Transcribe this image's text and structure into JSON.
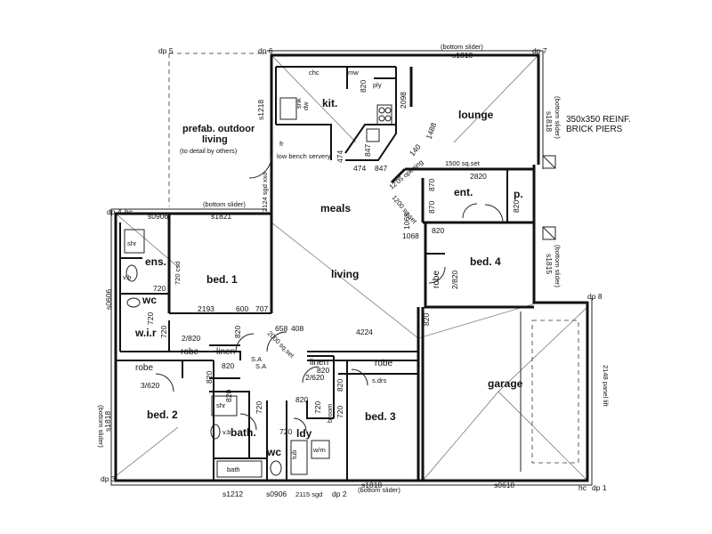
{
  "rooms": {
    "kit": "kit.",
    "lounge": "lounge",
    "meals": "meals",
    "living": "living",
    "ent": "ent.",
    "p": "p.",
    "bed1": "bed. 1",
    "bed2": "bed. 2",
    "bed3": "bed. 3",
    "bed4": "bed. 4",
    "ens": "ens.",
    "wc": "wc",
    "wc2": "wc",
    "wir": "w.i.r",
    "bath": "bath.",
    "ldy": "ldy",
    "garage": "garage",
    "robe1": "robe",
    "robe2": "robe",
    "robe3": "robe",
    "robe4": "robe",
    "linen1": "linen",
    "linen2": "linen",
    "broom": "broom"
  },
  "outdoor": {
    "line1": "prefab. outdoor",
    "line2": "living",
    "line3": "(to detail by others)"
  },
  "notes": {
    "pier1": "350x350 REINF.",
    "pier2": "BRICK PIERS",
    "low_bench": "low bench servery",
    "bottom_slider_top": "(bottom slider)",
    "bottom_slider_bed1": "(bottom slider)",
    "bottom_slider_bot": "(bottom slider)",
    "bottom_slider_lounge": "(bottom slider)",
    "bottom_slider_bed4": "(bottom slider)",
    "bottom_slider_bed2": "(bottom slider)",
    "panel_lift": "2148 panel lift",
    "sa1": "S.A",
    "sa2": "S.A",
    "sdrs": "s.drs",
    "sqset1": "1500 sq.set",
    "sqset2": "2000 sq.set",
    "sqset3": "1200 sq.set",
    "sqset4": "12'05 opening",
    "sgd_left": "2124 sgd xxo",
    "sgd_bot": "2115 sgd",
    "csd": "720 csd"
  },
  "fixtures": {
    "chc": "chc",
    "mw": "mw",
    "ply": "ply",
    "snk": "snk",
    "dw": "dw",
    "fr": "fr",
    "vb1": "v.b",
    "vb2": "v.b",
    "shr1": "shr",
    "shr2": "shr",
    "bath_tub": "bath",
    "tub": "tub",
    "wm": "w/m"
  },
  "markers": {
    "dp5": "dp 5",
    "dp6": "dp 6",
    "dp7": "dp 7",
    "dp4": "dp 4",
    "dp8": "dp 8",
    "dp3": "dp 3",
    "dp2": "dp 2",
    "dp1": "dp 1",
    "hc1": "hc",
    "hc2": "hc"
  },
  "dimensions": {
    "s1818_top": "s1818",
    "s1218": "s1218",
    "s1818_lounge": "s1818",
    "s1821": "s1821",
    "s0906_top": "s0906",
    "s0606": "s0606",
    "s1818_bed2": "s1818",
    "s1815": "s1815",
    "s1212": "s1212",
    "s0906_bot": "s0906",
    "s1818_bot": "s1818",
    "s0618": "s0618",
    "d820_kit": "820",
    "d2098": "2098",
    "d1488": "1488",
    "d140": "140",
    "d474a": "474",
    "d847a": "847",
    "d474b": "474",
    "d847b": "847",
    "d2820": "2820",
    "d820_ent": "820",
    "d870a": "870",
    "d870b": "870",
    "d1068a": "1068",
    "d1068b": "1068",
    "d820_bed4": "820",
    "d2820b": "2/820",
    "d820_lv": "820",
    "d720_ens": "720",
    "d2193": "2193",
    "d600": "600",
    "d707": "707",
    "d720_wir": "720",
    "d2820c": "2/820",
    "d658": "658",
    "d408": "408",
    "d4224": "4224",
    "d820_hall": "820",
    "d820_lin": "820",
    "d820_h2": "820",
    "d820_lin2": "820",
    "d3620": "3/620",
    "d820_b2": "820",
    "d720_bath": "720",
    "d2620": "2/620",
    "d820_b3": "820",
    "d720_broom": "720",
    "d820_ldy": "820",
    "d720_ldy": "720",
    "d720_wc": "720",
    "d720_wc2": "720"
  }
}
